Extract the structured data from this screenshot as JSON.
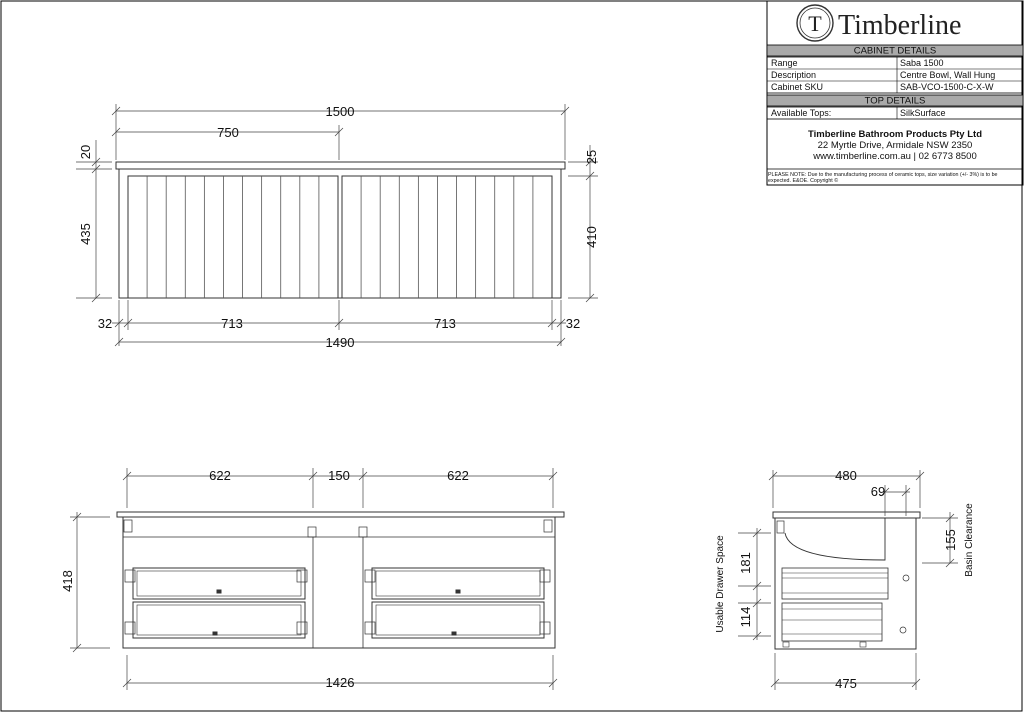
{
  "title_block": {
    "logo_letter": "T",
    "brand": "Timberline",
    "cabinet_details_header": "CABINET DETAILS",
    "rows": [
      {
        "label": "Range",
        "value": "Saba 1500"
      },
      {
        "label": "Description",
        "value": "Centre Bowl, Wall Hung"
      },
      {
        "label": "Cabinet SKU",
        "value": "SAB-VCO-1500-C-X-W"
      }
    ],
    "top_details_header": "TOP DETAILS",
    "top_row": {
      "label": "Available Tops:",
      "value": "SilkSurface"
    },
    "company": "Timberline Bathroom Products Pty Ltd",
    "address": "22 Myrtle Drive, Armidale NSW 2350",
    "contact": "www.timberline.com.au  |  02 6773 8500",
    "note_line1": "PLEASE NOTE: Due to the manufacturing process of ceramic tops, size variation (+/- 3%) is to be",
    "note_line2": "expected. E&OE. Copyright ©"
  },
  "front_view": {
    "overall_width": "1500",
    "half_width": "750",
    "top_thickness": "20",
    "total_height": "435",
    "top_overhang": "25",
    "cabinet_height": "410",
    "side_left": "32",
    "door_left": "713",
    "door_right": "713",
    "side_right": "32",
    "cabinet_width": "1490"
  },
  "plan_view": {
    "drawer_left": "622",
    "gap": "150",
    "drawer_right": "622",
    "height": "418",
    "internal_width": "1426"
  },
  "side_view": {
    "depth": "480",
    "offset": "69",
    "basin_clearance_value": "155",
    "basin_clearance_label": "Basin Clearance",
    "drawer_top": "181",
    "drawer_bottom": "114",
    "usable_drawer_label": "Usable Drawer Space",
    "base_depth": "475"
  }
}
